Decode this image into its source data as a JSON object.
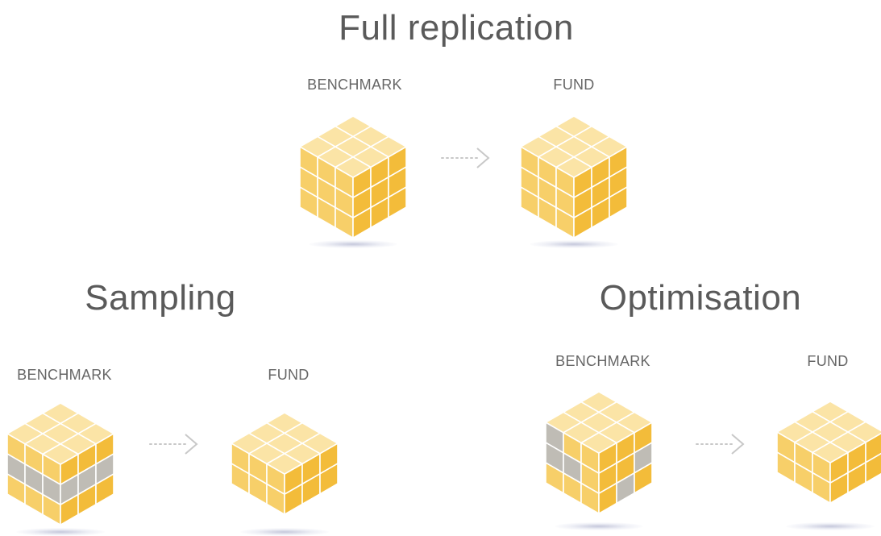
{
  "sections": {
    "full_replication": {
      "title": "Full replication",
      "benchmark_label": "BENCHMARK",
      "fund_label": "FUND"
    },
    "sampling": {
      "title": "Sampling",
      "benchmark_label": "BENCHMARK",
      "fund_label": "FUND"
    },
    "optimisation": {
      "title": "Optimisation",
      "benchmark_label": "BENCHMARK",
      "fund_label": "FUND"
    }
  },
  "colors": {
    "cube_top": "#fbe4a6",
    "cube_left": "#f7cf69",
    "cube_right": "#f3bc3a",
    "grid_line": "#ffffff",
    "excluded": "#a9a59c",
    "arrow": "#c8c8c8",
    "title_text": "#5a5a5a"
  },
  "icons": {
    "arrow": "dotted-arrow-icon",
    "cube": "cube-icon"
  }
}
